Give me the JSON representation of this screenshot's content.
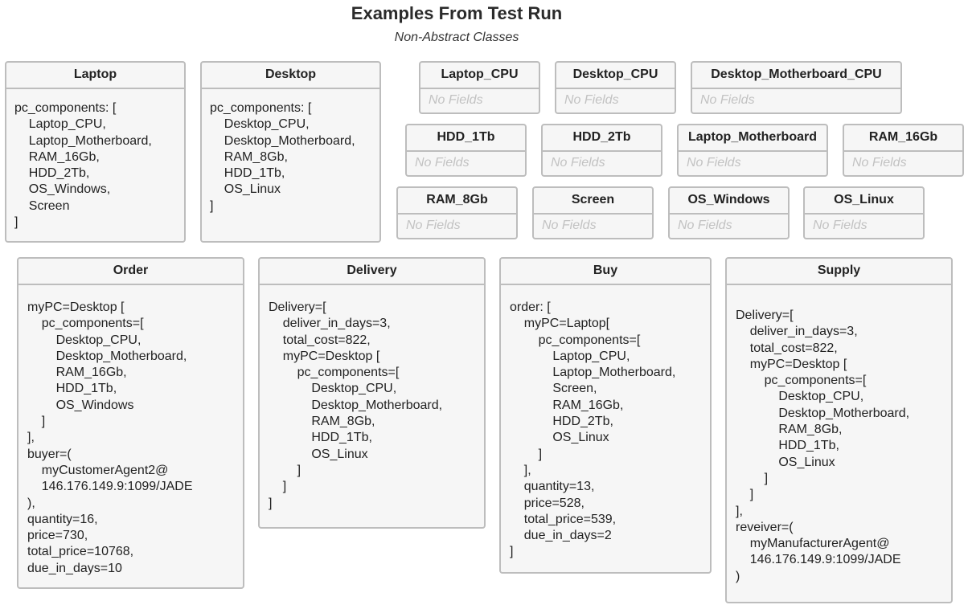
{
  "title": "Examples From Test Run",
  "subtitle": "Non-Abstract Classes",
  "no_fields_label": "No Fields",
  "colors": {
    "box_fill": "#f6f6f6",
    "box_border": "#bdbdbd",
    "placeholder_text": "#c2c2c2"
  },
  "boxes": {
    "laptop": {
      "name": "Laptop",
      "body": "pc_components: [\n    Laptop_CPU,\n    Laptop_Motherboard,\n    RAM_16Gb,\n    HDD_2Tb,\n    OS_Windows,\n    Screen\n]"
    },
    "desktop": {
      "name": "Desktop",
      "body": "pc_components: [\n    Desktop_CPU,\n    Desktop_Motherboard,\n    RAM_8Gb,\n    HDD_1Tb,\n    OS_Linux\n]"
    },
    "order": {
      "name": "Order",
      "body": "myPC=Desktop [\n    pc_components=[\n        Desktop_CPU,\n        Desktop_Motherboard,\n        RAM_16Gb,\n        HDD_1Tb,\n        OS_Windows\n    ]\n],\nbuyer=(\n    myCustomerAgent2@\n    146.176.149.9:1099/JADE\n),\nquantity=16,\nprice=730,\ntotal_price=10768,\ndue_in_days=10"
    },
    "delivery": {
      "name": "Delivery",
      "body": "Delivery=[\n    deliver_in_days=3,\n    total_cost=822,\n    myPC=Desktop [\n        pc_components=[\n            Desktop_CPU,\n            Desktop_Motherboard,\n            RAM_8Gb,\n            HDD_1Tb,\n            OS_Linux\n        ]\n    ]\n]"
    },
    "buy": {
      "name": "Buy",
      "body": "order: [\n    myPC=Laptop[\n        pc_components=[\n            Laptop_CPU,\n            Laptop_Motherboard,\n            Screen,\n            RAM_16Gb,\n            HDD_2Tb,\n            OS_Linux\n        ]\n    ],\n    quantity=13,\n    price=528,\n    total_price=539,\n    due_in_days=2\n]"
    },
    "supply": {
      "name": "Supply",
      "body": "Delivery=[\n    deliver_in_days=3,\n    total_cost=822,\n    myPC=Desktop [\n        pc_components=[\n            Desktop_CPU,\n            Desktop_Motherboard,\n            RAM_8Gb,\n            HDD_1Tb,\n            OS_Linux\n        ]\n    ]\n],\nreveiver=(\n    myManufacturerAgent@\n    146.176.149.9:1099/JADE\n)"
    }
  },
  "components": {
    "laptop_cpu": "Laptop_CPU",
    "desktop_cpu": "Desktop_CPU",
    "desktop_motherboard_cpu": "Desktop_Motherboard_CPU",
    "hdd_1tb": "HDD_1Tb",
    "hdd_2tb": "HDD_2Tb",
    "laptop_motherboard": "Laptop_Motherboard",
    "ram_16gb": "RAM_16Gb",
    "ram_8gb": "RAM_8Gb",
    "screen": "Screen",
    "os_windows": "OS_Windows",
    "os_linux": "OS_Linux"
  }
}
